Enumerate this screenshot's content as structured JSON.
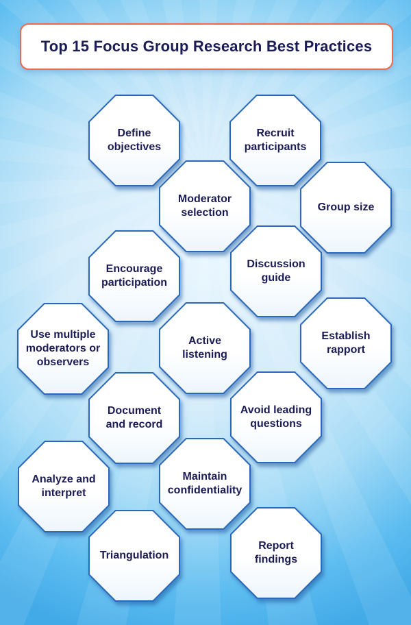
{
  "title": {
    "text": "Top 15 Focus Group Research Best Practices"
  },
  "practices": [
    {
      "label": "Define objectives"
    },
    {
      "label": "Recruit participants"
    },
    {
      "label": "Moderator selection"
    },
    {
      "label": "Group size"
    },
    {
      "label": "Encourage participation"
    },
    {
      "label": "Discussion guide"
    },
    {
      "label": "Use multiple moderators or observers"
    },
    {
      "label": "Active listening"
    },
    {
      "label": "Establish rapport"
    },
    {
      "label": "Document and record"
    },
    {
      "label": "Avoid leading questions"
    },
    {
      "label": "Analyze and interpret"
    },
    {
      "label": "Maintain confidentiality"
    },
    {
      "label": "Triangulation"
    },
    {
      "label": "Report findings"
    }
  ],
  "colors": {
    "title_border": "#f2664a",
    "text_navy": "#1b1b55",
    "octagon_border": "#2b68b8",
    "octagon_fill": "#ffffff",
    "background_light": "#d9effc",
    "background_deep": "#42aae7"
  }
}
